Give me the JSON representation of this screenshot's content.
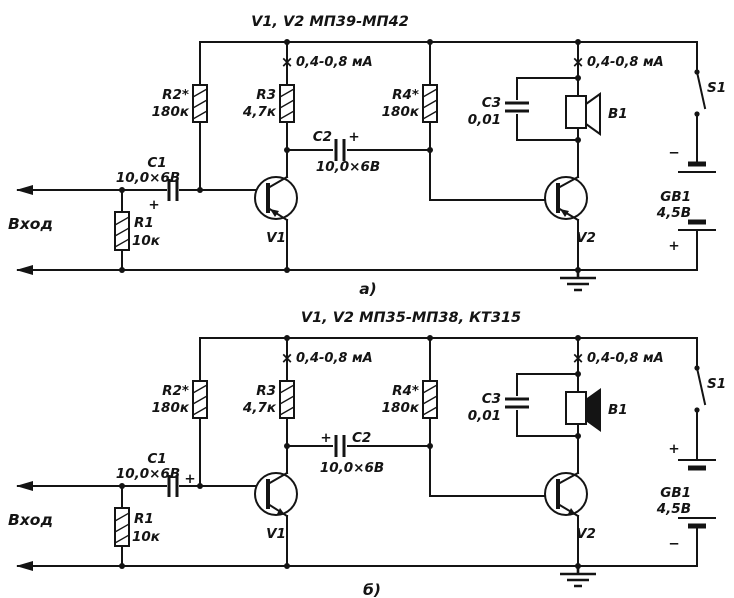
{
  "sym": {
    "x_marker": "×",
    "plus": "+",
    "minus": "−"
  },
  "circuit_a": {
    "title": "V1, V2 МП39-МП42",
    "caption": "а)",
    "input_label": "Вход",
    "current_left": "0,4-0,8 мА",
    "current_right": "0,4-0,8 мА",
    "r1_ref": "R1",
    "r1_val": "10к",
    "r2_ref": "R2*",
    "r2_val": "180к",
    "r3_ref": "R3",
    "r3_val": "4,7к",
    "r4_ref": "R4*",
    "r4_val": "180к",
    "c1_ref": "C1",
    "c1_val": "10,0×6В",
    "c2_ref": "C2",
    "c2_val": "10,0×6В",
    "c3_ref": "C3",
    "c3_val": "0,01",
    "v1_ref": "V1",
    "v2_ref": "V2",
    "b1_ref": "B1",
    "s1_ref": "S1",
    "gb1_ref": "GB1",
    "gb1_val": "4,5В"
  },
  "circuit_b": {
    "title": "V1, V2 МП35-МП38, КТ315",
    "caption": "б)",
    "input_label": "Вход",
    "current_left": "0,4-0,8 мА",
    "current_right": "0,4-0,8 мА",
    "r1_ref": "R1",
    "r1_val": "10к",
    "r2_ref": "R2*",
    "r2_val": "180к",
    "r3_ref": "R3",
    "r3_val": "4,7к",
    "r4_ref": "R4*",
    "r4_val": "180к",
    "c1_ref": "C1",
    "c1_val": "10,0×6В",
    "c2_ref": "C2",
    "c2_val": "10,0×6В",
    "c3_ref": "C3",
    "c3_val": "0,01",
    "v1_ref": "V1",
    "v2_ref": "V2",
    "b1_ref": "B1",
    "s1_ref": "S1",
    "gb1_ref": "GB1",
    "gb1_val": "4,5В"
  }
}
